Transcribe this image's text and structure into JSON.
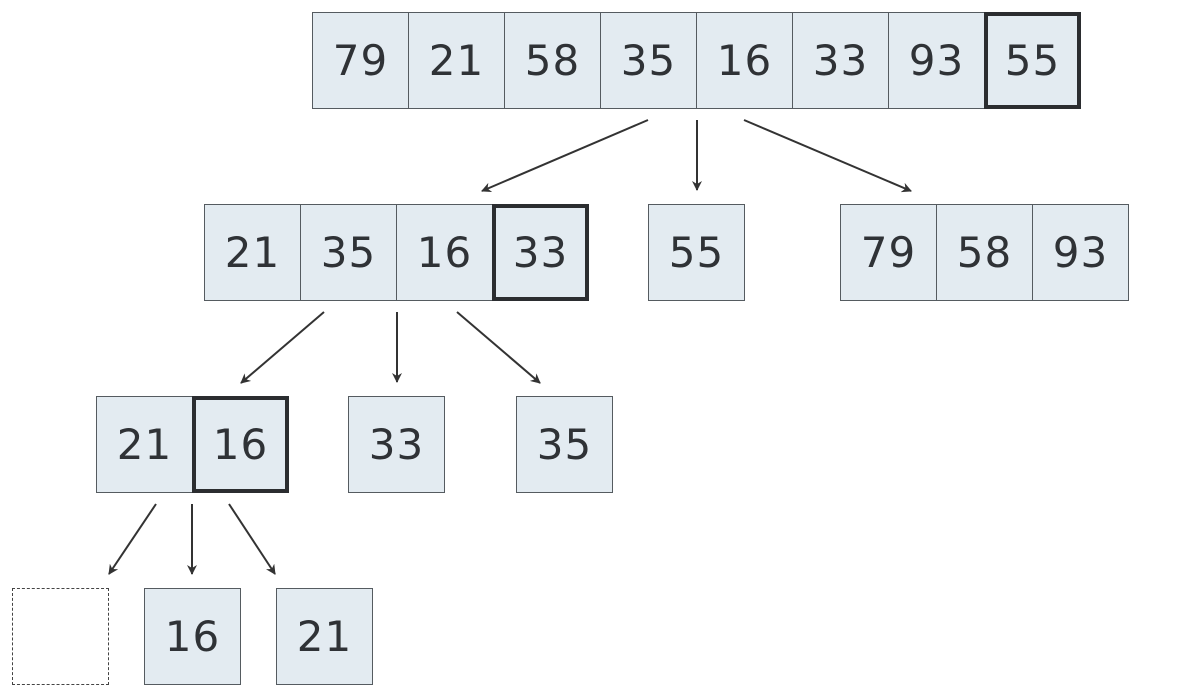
{
  "root": {
    "values": [
      "79",
      "21",
      "58",
      "35",
      "16",
      "33",
      "93",
      "55"
    ],
    "pivot_index": 7
  },
  "level1": {
    "left": {
      "values": [
        "21",
        "35",
        "16",
        "33"
      ],
      "pivot_index": 3
    },
    "pivot": {
      "values": [
        "55"
      ]
    },
    "right": {
      "values": [
        "79",
        "58",
        "93"
      ]
    }
  },
  "level2": {
    "left": {
      "values": [
        "21",
        "16"
      ],
      "pivot_index": 1
    },
    "pivot": {
      "values": [
        "33"
      ]
    },
    "right": {
      "values": [
        "35"
      ]
    }
  },
  "level3": {
    "left": {
      "values": []
    },
    "pivot": {
      "values": [
        "16"
      ]
    },
    "right": {
      "values": [
        "21"
      ]
    }
  }
}
